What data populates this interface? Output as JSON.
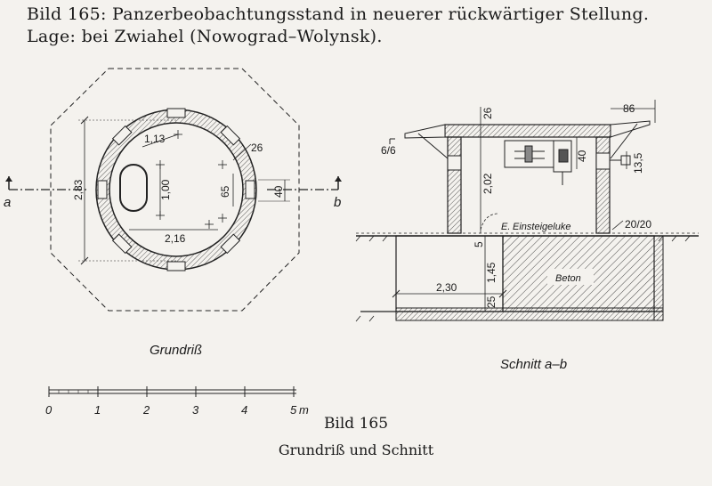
{
  "title": {
    "line1": "Bild 165: Panzerbeobachtungsstand in neuerer rückwärtiger Stellung.",
    "line2": "Lage: bei Zwiahel (Nowograd–Wolynsk)."
  },
  "plan": {
    "caption": "Grundriß",
    "section_left": "a",
    "section_right": "b",
    "dims": {
      "outer_height": "2,83",
      "wall": "1,13",
      "inner_dia_label": "1,00",
      "inner_width": "2,16",
      "slot": "65",
      "slot_outer": "40",
      "wall_right": "26"
    }
  },
  "section": {
    "caption": "Schnitt a–b",
    "labels": {
      "roof_width": "86",
      "roof_thick": "26",
      "opening_h": "40",
      "opening_h2": "13,5",
      "inner_h": "2,02",
      "wall_sect": "6/6",
      "hatch": "Einsteigeluke",
      "hatch_prefix": "E.",
      "wall_dim": "20/20",
      "small_5": "5",
      "depth": "1,45",
      "base": "25",
      "width": "2,30",
      "fill": "Beton"
    }
  },
  "scale": {
    "ticks": [
      "0",
      "1",
      "2",
      "3",
      "4",
      "5"
    ],
    "unit": "m"
  },
  "caption_figure": "Bild 165",
  "caption_subtitle": "Grundriß und Schnitt"
}
